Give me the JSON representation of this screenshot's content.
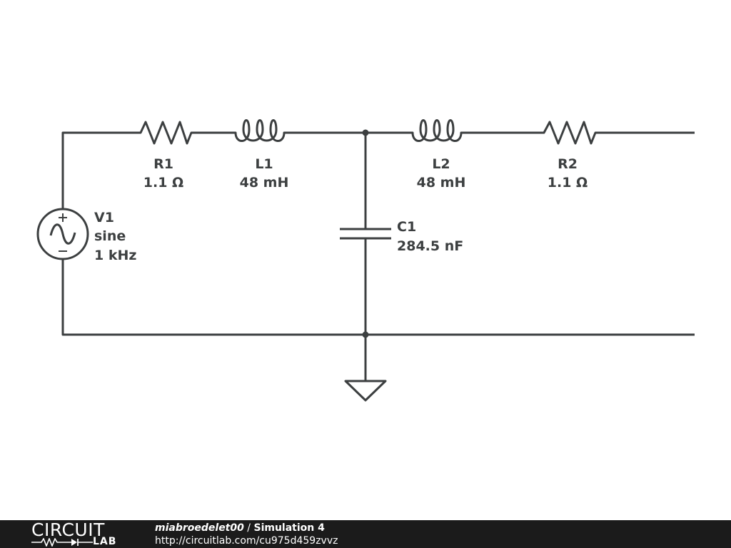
{
  "components": {
    "r1": {
      "name": "R1",
      "value": "1.1 Ω"
    },
    "l1": {
      "name": "L1",
      "value": "48 mH"
    },
    "l2": {
      "name": "L2",
      "value": "48 mH"
    },
    "r2": {
      "name": "R2",
      "value": "1.1 Ω"
    },
    "c1": {
      "name": "C1",
      "value": "284.5 nF"
    },
    "v1": {
      "name": "V1",
      "type": "sine",
      "freq": "1 kHz"
    }
  },
  "footer": {
    "logo_top": "CIRCUIT",
    "logo_bottom": "LAB",
    "author": "miabroedelet00",
    "separator": " / ",
    "title": "Simulation 4",
    "url": "http://circuitlab.com/cu975d459zvvz"
  },
  "colors": {
    "wire": "#3c3f40",
    "footer_bg": "#1b1b1b",
    "footer_text": "#ffffff"
  }
}
